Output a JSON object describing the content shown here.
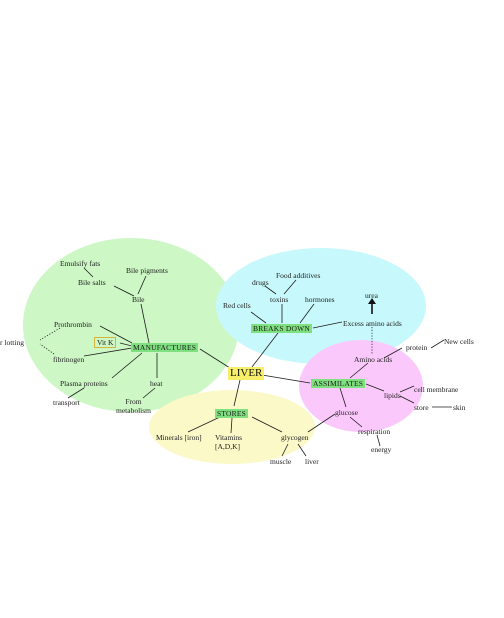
{
  "center": "LIVER",
  "hubs": {
    "manufactures": "MANUFACTURES",
    "breaks_down": "BREAKS DOWN",
    "assimilates": "ASSIMILATES",
    "stores": "STORES"
  },
  "manufactures": {
    "emulsify_fats": "Emulsify fats",
    "bile_salts": "Bile salts",
    "bile_pigments": "Bile pigments",
    "bile": "Bile",
    "prothrombin": "Prothrombin",
    "blood_clotting": "r lotting",
    "vit_k": "Vit K",
    "fibrinogen": "fibrinogen",
    "plasma_proteins": "Plasma proteins",
    "transport": "transport",
    "heat": "heat",
    "from_metabolism": "From\nmetabolism"
  },
  "breaks_down": {
    "drugs": "drugs",
    "food_additives": "Food additives",
    "red_cells": "Red cells",
    "toxins": "toxins",
    "hormones": "hormones",
    "urea": "urea",
    "excess_amino_acids": "Excess amino acids"
  },
  "assimilates": {
    "amino_acids": "Amino acids",
    "protein": "protein",
    "new_cells": "New cells",
    "lipids": "lipids",
    "cell_membrane": "cell membrane",
    "store": "store",
    "skin": "skin",
    "glucose": "glucose",
    "respiration": "respiration",
    "energy": "energy"
  },
  "stores": {
    "minerals": "Minerals [iron]",
    "vitamins": "Vitamins\n[A,D,K]",
    "glycogen": "glycogen",
    "muscle": "muscle",
    "liver": "liver"
  },
  "colors": {
    "manufactures_region": "#cdf7c5",
    "breaks_down_region": "#c7f8fb",
    "assimilates_region": "#fbc8fb",
    "stores_region": "#fbf9c8",
    "hub": "#7fe07f",
    "center": "#f7ef6a"
  }
}
